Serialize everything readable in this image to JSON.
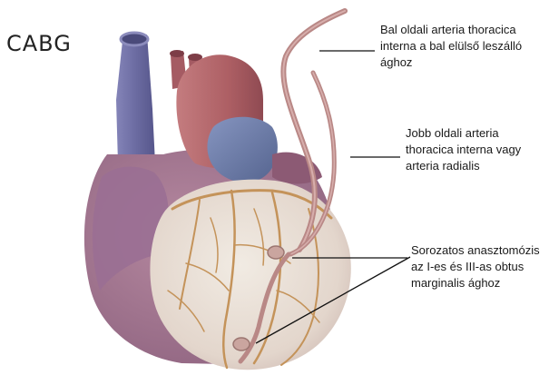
{
  "title": "CABG",
  "labels": [
    {
      "lines": [
        "Bal oldali arteria thoracica",
        "interna a bal elülső leszálló",
        "ághoz"
      ]
    },
    {
      "lines": [
        "Jobb oldali arteria",
        "thoracica interna vagy",
        "arteria radialis"
      ]
    },
    {
      "lines": [
        "Sorozatos anasztomózis",
        "az I-es és III-as obtus",
        "marginalis ághoz"
      ]
    }
  ],
  "colors": {
    "vena_cava": "#6f6fa4",
    "aorta": "#b5666a",
    "pulmonary": "#6b7aa8",
    "heart_body": "#a0708c",
    "ventricle": "#e7ddd4",
    "vessel": "#c4935a",
    "graft": "#b98886"
  }
}
